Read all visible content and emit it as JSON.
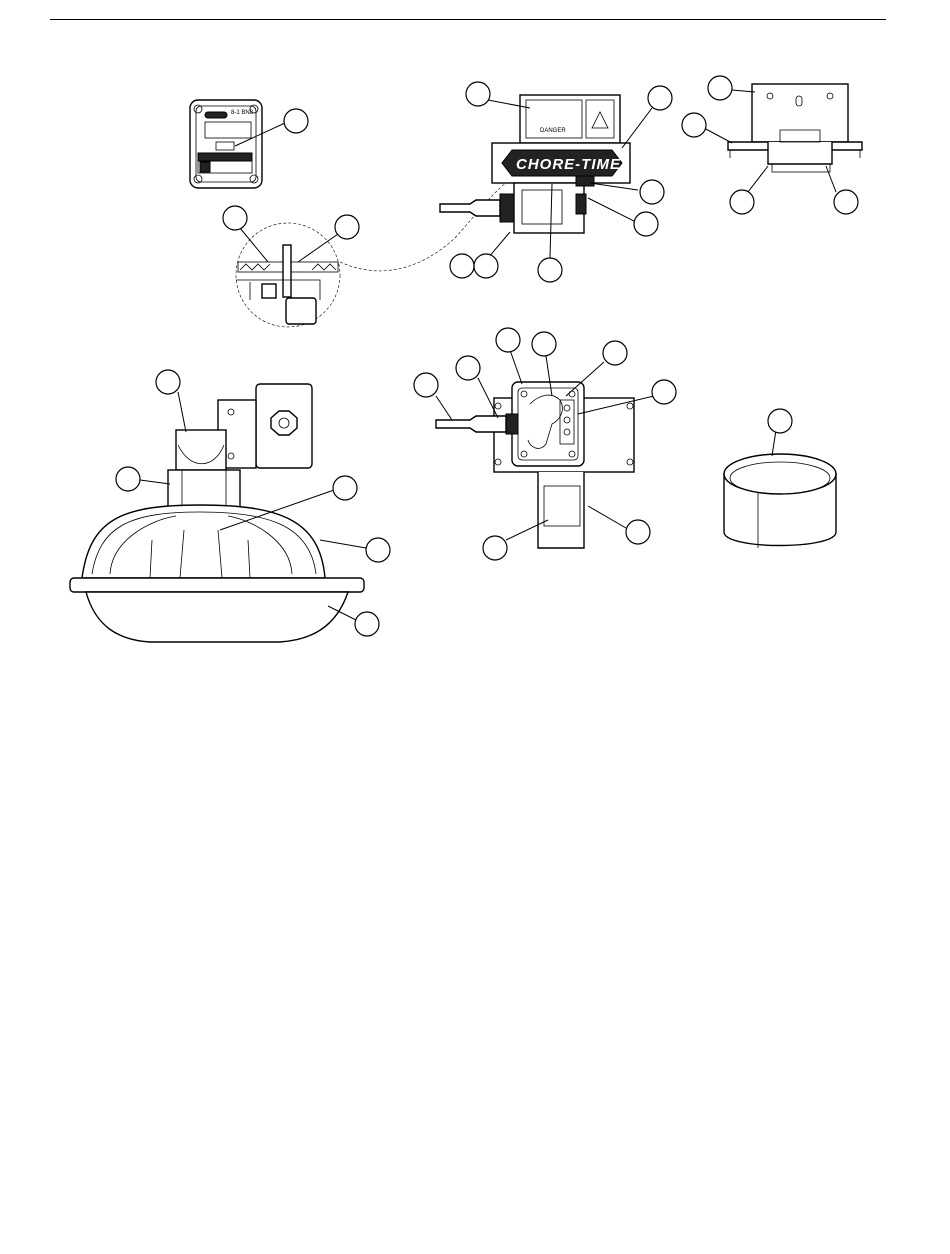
{
  "labels": {
    "brand": "CHORE-TIME",
    "danger": "DANGER",
    "model_tag": "8-1 BN8"
  }
}
